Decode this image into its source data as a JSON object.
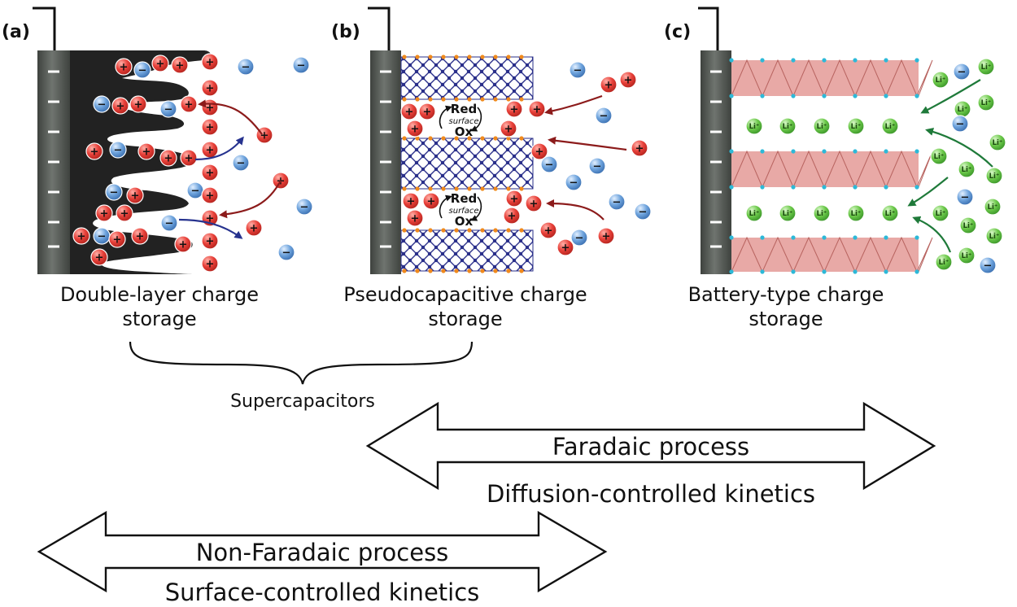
{
  "panels": [
    {
      "label": "(a)",
      "caption_line1": "Double-layer charge",
      "caption_line2": "storage"
    },
    {
      "label": "(b)",
      "caption_line1": "Pseudocapacitive charge",
      "caption_line2": "storage"
    },
    {
      "label": "(c)",
      "caption_line1": "Battery-type charge",
      "caption_line2": "storage"
    }
  ],
  "redox": {
    "red": "Red",
    "surface": "surface",
    "ox": "Ox"
  },
  "ions": {
    "plus": "+",
    "minus": "−",
    "lithium": "Li⁺"
  },
  "electrode_sign": "−",
  "brace_label": "Supercapacitors",
  "arrows": {
    "faradaic": {
      "line1": "Faradaic process",
      "line2": "Diffusion-controlled kinetics"
    },
    "non_faradaic": {
      "line1": "Non-Faradaic process",
      "line2": "Surface-controlled kinetics"
    }
  },
  "colors": {
    "cation": "#e8413a",
    "anion": "#4d86c9",
    "lithium": "#5cc241",
    "collector": "#555a55",
    "carbon": "#222222",
    "lattice": "#2a2f8a",
    "lattice_node": "#f08a1c",
    "layer_fill": "#e49a97",
    "arrow_red": "#8c1b1b",
    "arrow_blue": "#27338f",
    "arrow_green": "#1f7a3a"
  }
}
